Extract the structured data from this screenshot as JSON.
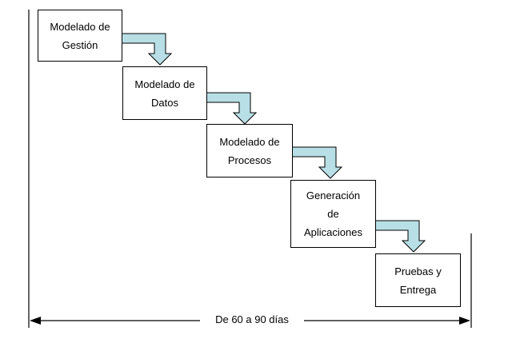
{
  "steps": [
    {
      "lines": [
        "Modelado de",
        "Gestión"
      ]
    },
    {
      "lines": [
        "Modelado de",
        "Datos"
      ]
    },
    {
      "lines": [
        "Modelado de",
        "Procesos"
      ]
    },
    {
      "lines": [
        "Generación",
        "de",
        "Aplicaciones"
      ]
    },
    {
      "lines": [
        "Pruebas y",
        "Entrega"
      ]
    }
  ],
  "duration_label": "De 60 a 90 días",
  "colors": {
    "arrow_fill": "#b8dfe6",
    "line": "#000000"
  }
}
